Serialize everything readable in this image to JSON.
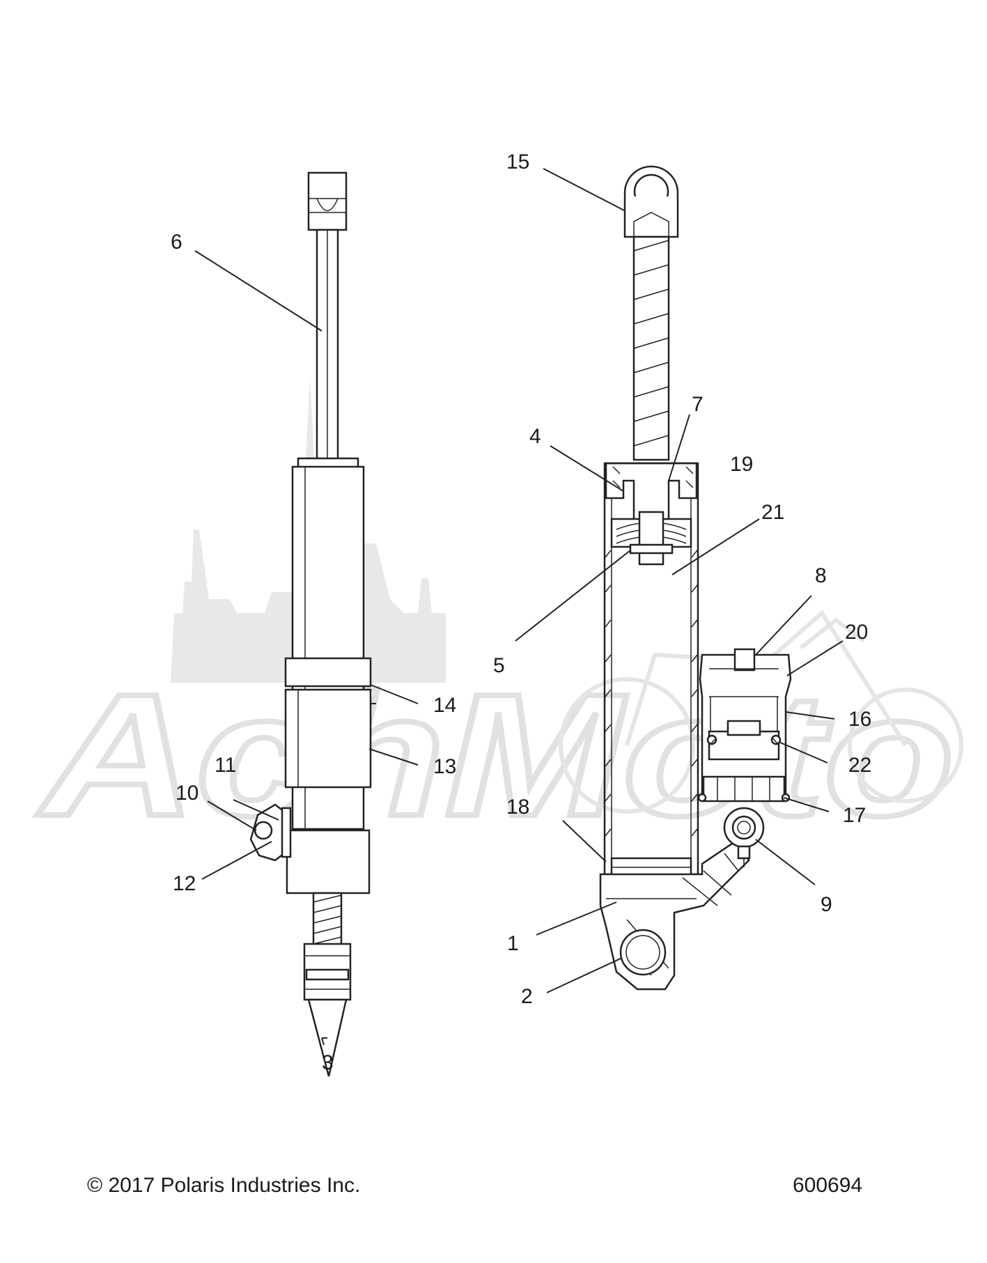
{
  "callouts": [
    "1",
    "2",
    "3",
    "4",
    "5",
    "6",
    "7",
    "8",
    "9",
    "10",
    "11",
    "12",
    "13",
    "14",
    "15",
    "16",
    "17",
    "18",
    "19",
    "20",
    "21",
    "22"
  ],
  "footer": {
    "copyright": "© 2017 Polaris Industries Inc.",
    "diagram_number": "600694"
  },
  "watermark": {
    "text": "AchMoto"
  }
}
